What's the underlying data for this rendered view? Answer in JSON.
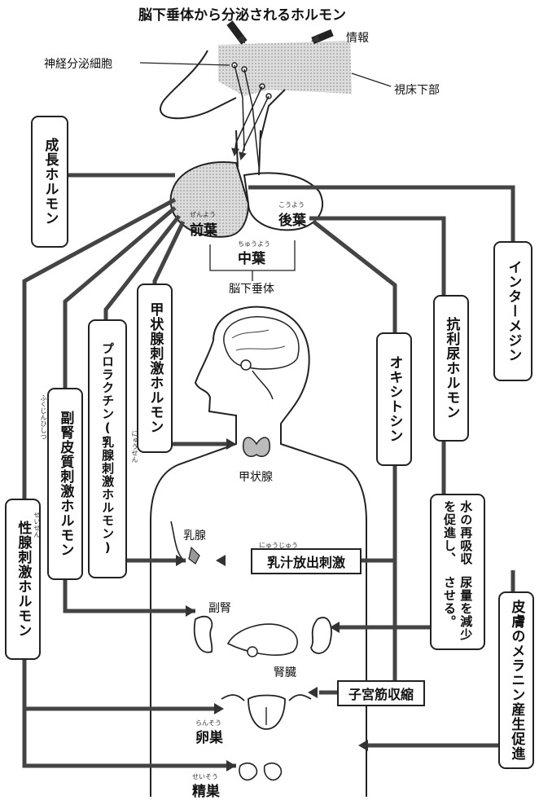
{
  "title": "脳下垂体から分泌されるホルモン",
  "labels": {
    "joho": "情報",
    "shinkei": "神経分泌細胞",
    "shishoukabu": "視床下部",
    "zenyou": "前葉",
    "zenyou_ruby": "ぜんよう",
    "kouyou": "後葉",
    "kouyou_ruby": "こうよう",
    "chuuyou": "中葉",
    "chuuyou_ruby": "ちゅうよう",
    "noukasuitai": "脳下垂体",
    "koujousen": "甲状腺",
    "nyuusen": "乳腺",
    "fukujin": "副腎",
    "jinzou": "腎臓",
    "ransou": "卵巣",
    "ransou_ruby": "らんそう",
    "seisou": "精巣",
    "seisou_ruby": "せいそう"
  },
  "hormones": {
    "seichou": "成長ホルモン",
    "koujousen_shigeki": "甲状腺刺激ホルモン",
    "prolactin_line1": "プロラクチン",
    "prolactin_line2": "(乳腺刺激ホルモン)",
    "prolactin_ruby": "にゅうせん",
    "fukujin_hishitsu": "副腎皮質刺激ホルモン",
    "fukujin_ruby": "ふくじんひしつ",
    "seisen_shigeki": "性腺刺激ホルモン",
    "seisen_ruby": "せいせん",
    "oxytocin": "オキシトシン",
    "kouri_nyou": "抗利尿ホルモン",
    "intermedin": "インターメジン"
  },
  "effects": {
    "nyuujuu": "乳汁放出刺激",
    "nyuujuu_ruby": "にゅうじゅう",
    "mizu_line1": "水の再吸収を促進し、",
    "mizu_line2": "尿量を減少させる。",
    "hifu": "皮膚のメラニン産生促進",
    "shikyuu": "子宮筋収縮"
  },
  "colors": {
    "line": "#444444",
    "shade": "#c8c8c8",
    "ink": "#222222"
  }
}
